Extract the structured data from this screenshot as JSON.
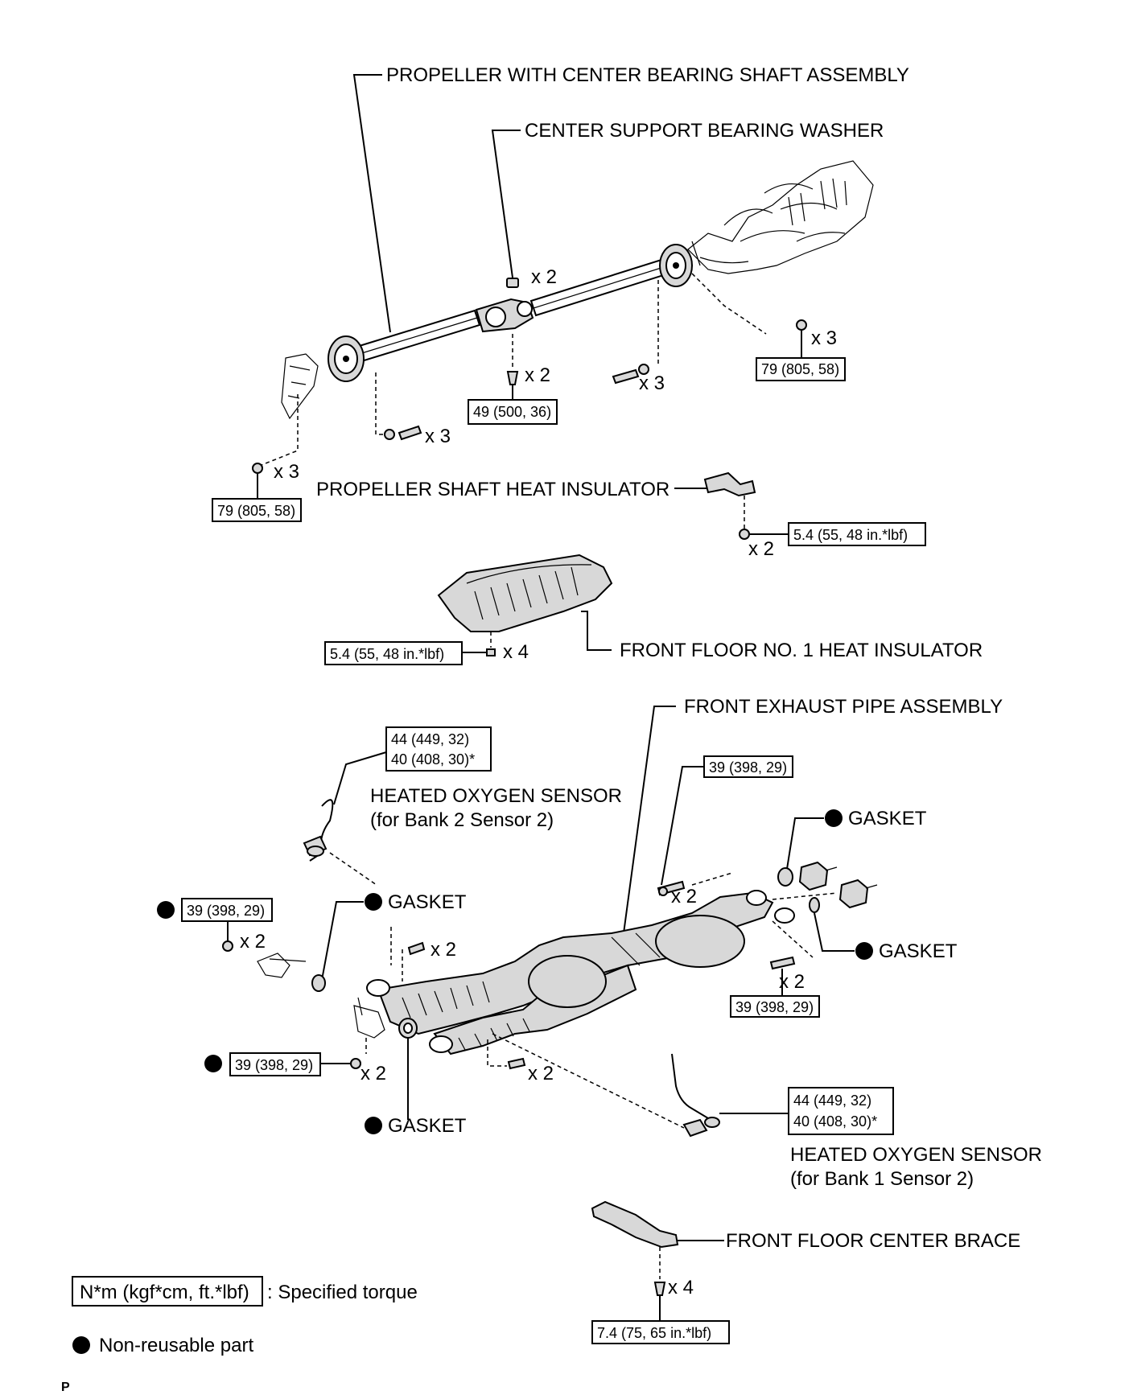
{
  "labels": {
    "propeller_assembly": "PROPELLER WITH CENTER BEARING SHAFT ASSEMBLY",
    "center_support_washer": "CENTER SUPPORT BEARING WASHER",
    "propeller_heat_insulator": "PROPELLER SHAFT HEAT INSULATOR",
    "front_floor_heat_insulator": "FRONT FLOOR NO. 1 HEAT INSULATOR",
    "front_exhaust_pipe": "FRONT EXHAUST PIPE ASSEMBLY",
    "heated_o2_bank2_l1": "HEATED OXYGEN SENSOR",
    "heated_o2_bank2_l2": "(for Bank 2 Sensor 2)",
    "heated_o2_bank1_l1": "HEATED OXYGEN SENSOR",
    "heated_o2_bank1_l2": "(for Bank 1 Sensor 2)",
    "gasket": "GASKET",
    "front_floor_brace": "FRONT FLOOR CENTER BRACE"
  },
  "torques": {
    "t79_right": "79 (805, 58)",
    "t49": "49 (500, 36)",
    "t79_left": "79 (805, 58)",
    "t54_insulator_shaft": "5.4 (55, 48 in.*lbf)",
    "t54_insulator_floor": "5.4 (55, 48 in.*lbf)",
    "t44_bank2": "44 (449, 32)",
    "t40_bank2": "40 (408, 30)*",
    "t39_top": "39 (398, 29)",
    "t39_left_upper": "39 (398, 29)",
    "t39_right": "39 (398, 29)",
    "t39_left_lower": "39 (398, 29)",
    "t44_bank1": "44 (449, 32)",
    "t40_bank1": "40 (408, 30)*",
    "t74_brace": "7.4 (75, 65 in.*lbf)"
  },
  "quantities": {
    "q_washer": "x 2",
    "q_center_bolt": "x 2",
    "q_mid_bolt": "x 3",
    "q_right_nut": "x 3",
    "q_left_bolt": "x 3",
    "q_left_nut": "x 3",
    "q_insulator": "x 2",
    "q_floor_nut": "x 4",
    "q_exhaust_top": "x 2",
    "q_left_upper": "x 2",
    "q_mid_upper": "x 2",
    "q_right_lower": "x 2",
    "q_left_lower": "x 2",
    "q_mid_lower": "x 2",
    "q_brace": "x 4"
  },
  "legend": {
    "torque_unit": "N*m (kgf*cm, ft.*lbf)",
    "torque_desc": ": Specified torque",
    "nonreusable": "Non-reusable part"
  },
  "page_code": "P"
}
